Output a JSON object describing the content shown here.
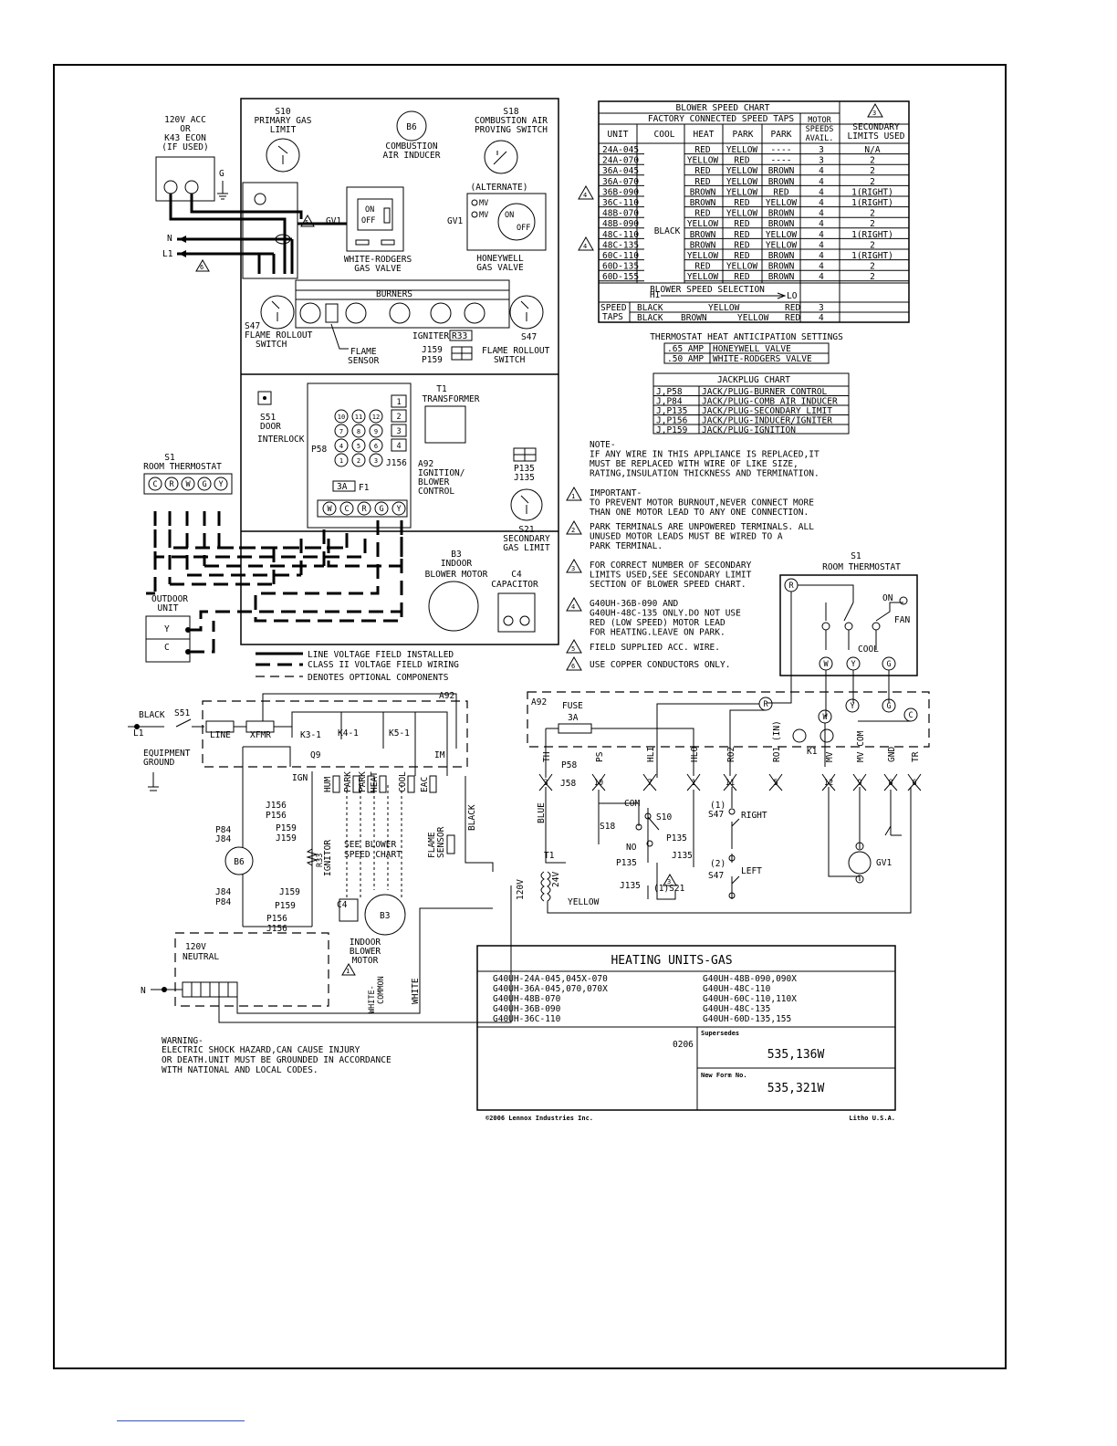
{
  "top_left": {
    "acc_label": [
      "120V ACC",
      "OR",
      "K43 ECON",
      "(IF USED)"
    ],
    "g_label": "G",
    "n_label": "N",
    "l1_label": "L1"
  },
  "components": {
    "s10": [
      "S10",
      "PRIMARY GAS",
      "LIMIT"
    ],
    "b6": [
      "B6"
    ],
    "b6_desc": [
      "COMBUSTION",
      "AIR INDUCER"
    ],
    "s18": [
      "S18",
      "COMBUSTION AIR",
      "PROVING SWITCH"
    ],
    "alternate": "(ALTERNATE)",
    "gv1": "GV1",
    "on": "ON",
    "off": "OFF",
    "mv": "MV",
    "white_rodgers": [
      "WHITE-RODGERS",
      "GAS VALVE"
    ],
    "honeywell": [
      "HONEYWELL",
      "GAS VALVE"
    ],
    "burners": "BURNERS",
    "s47_left": [
      "S47",
      "FLAME ROLLOUT",
      "SWITCH"
    ],
    "flame_sensor": [
      "FLAME",
      "SENSOR"
    ],
    "igniter": "IGNITER",
    "r33": "R33",
    "s47_right": "S47",
    "j159_p159": [
      "J159",
      "P159"
    ],
    "flame_rollout_switch": [
      "FLAME ROLLOUT",
      "SWITCH"
    ],
    "s51": [
      "S51",
      "DOOR",
      "INTERLOCK"
    ],
    "p58": "P58",
    "plug_nums": [
      "10",
      "11",
      "12",
      "7",
      "8",
      "9",
      "4",
      "5",
      "6",
      "1",
      "2",
      "3"
    ],
    "j156_nums": [
      "1",
      "2",
      "3",
      "4"
    ],
    "j156": "J156",
    "f1": "3A",
    "f1_label": "F1",
    "t1": [
      "T1",
      "TRANSFORMER"
    ],
    "a92": [
      "A92",
      "IGNITION/",
      "BLOWER",
      "CONTROL"
    ],
    "p135_j135": [
      "P135",
      "J135"
    ],
    "s21": [
      "S21",
      "SECONDARY",
      "GAS LIMIT"
    ],
    "b3": [
      "B3",
      "INDOOR",
      "BLOWER MOTOR"
    ],
    "c4": [
      "C4",
      "CAPACITOR"
    ],
    "thermostat": [
      "S1",
      "ROOM THERMOSTAT"
    ],
    "thermostat_terminals": [
      "C",
      "R",
      "W",
      "G",
      "Y"
    ],
    "control_terminals": [
      "W",
      "C",
      "R",
      "G",
      "Y"
    ],
    "outdoor": [
      "OUTDOOR",
      "UNIT"
    ],
    "outdoor_terms": [
      "Y",
      "C"
    ]
  },
  "legend_lines": {
    "line_voltage": "LINE VOLTAGE FIELD INSTALLED",
    "class2": "CLASS II VOLTAGE FIELD WIRING",
    "optional": "DENOTES OPTIONAL COMPONENTS"
  },
  "blower_chart": {
    "title": "BLOWER SPEED CHART",
    "factory": "FACTORY CONNECTED SPEED TAPS",
    "motor_speeds": [
      "MOTOR",
      "SPEEDS",
      "AVAIL."
    ],
    "secondary": [
      "SECONDARY",
      "LIMITS USED"
    ],
    "headers": [
      "UNIT",
      "COOL",
      "HEAT",
      "PARK",
      "PARK"
    ],
    "cool_all": "BLACK",
    "rows": [
      [
        "24A-045",
        "RED",
        "YELLOW",
        "----",
        "3",
        "N/A"
      ],
      [
        "24A-070",
        "YELLOW",
        "RED",
        "----",
        "3",
        "2"
      ],
      [
        "36A-045",
        "RED",
        "YELLOW",
        "BROWN",
        "4",
        "2"
      ],
      [
        "36A-070",
        "RED",
        "YELLOW",
        "BROWN",
        "4",
        "2"
      ],
      [
        "36B-090",
        "BROWN",
        "YELLOW",
        "RED",
        "4",
        "1(RIGHT)"
      ],
      [
        "36C-110",
        "BROWN",
        "RED",
        "YELLOW",
        "4",
        "1(RIGHT)"
      ],
      [
        "48B-070",
        "RED",
        "YELLOW",
        "BROWN",
        "4",
        "2"
      ],
      [
        "48B-090",
        "YELLOW",
        "RED",
        "BROWN",
        "4",
        "2"
      ],
      [
        "48C-110",
        "BROWN",
        "RED",
        "YELLOW",
        "4",
        "1(RIGHT)"
      ],
      [
        "48C-135",
        "BROWN",
        "RED",
        "YELLOW",
        "4",
        "2"
      ],
      [
        "60C-110",
        "YELLOW",
        "RED",
        "BROWN",
        "4",
        "1(RIGHT)"
      ],
      [
        "60D-135",
        "RED",
        "YELLOW",
        "BROWN",
        "4",
        "2"
      ],
      [
        "60D-155",
        "YELLOW",
        "RED",
        "BROWN",
        "4",
        "2"
      ]
    ],
    "speed_selection": "BLOWER SPEED SELECTION",
    "hi": "HI",
    "lo": "LO",
    "speed_taps": [
      "SPEED",
      "TAPS"
    ],
    "tap_rows": [
      [
        "BLACK",
        "YELLOW",
        "RED",
        "3"
      ],
      [
        "BLACK",
        "BROWN",
        "YELLOW",
        "RED",
        "4"
      ]
    ]
  },
  "anticipation": {
    "title": "THERMOSTAT HEAT ANTICIPATION SETTINGS",
    "rows": [
      [
        ".65 AMP",
        "HONEYWELL VALVE"
      ],
      [
        ".50 AMP",
        "WHITE-RODGERS VALVE"
      ]
    ]
  },
  "jackplug": {
    "title": "JACKPLUG CHART",
    "rows": [
      [
        "J,P58",
        "JACK/PLUG-BURNER CONTROL"
      ],
      [
        "J,P84",
        "JACK/PLUG-COMB AIR INDUCER"
      ],
      [
        "J,P135",
        "JACK/PLUG-SECONDARY LIMIT"
      ],
      [
        "J,P156",
        "JACK/PLUG-INDUCER/IGNITER"
      ],
      [
        "J,P159",
        "JACK/PLUG-IGNITION"
      ]
    ]
  },
  "notes": {
    "note": [
      "NOTE-",
      "IF ANY WIRE IN THIS APPLIANCE IS REPLACED,IT",
      "MUST BE REPLACED WITH WIRE OF LIKE SIZE,",
      "RATING,INSULATION THICKNESS AND TERMINATION."
    ],
    "n1": [
      "IMPORTANT-",
      "TO PREVENT MOTOR BURNOUT,NEVER CONNECT MORE",
      "THAN ONE MOTOR LEAD TO ANY ONE CONNECTION."
    ],
    "n2": [
      "PARK TERMINALS ARE UNPOWERED TERMINALS. ALL",
      "UNUSED MOTOR LEADS MUST BE WIRED TO A",
      "PARK TERMINAL."
    ],
    "n3": [
      "FOR CORRECT NUMBER OF SECONDARY",
      "LIMITS USED,SEE SECONDARY LIMIT",
      "SECTION OF BLOWER SPEED CHART."
    ],
    "n4": [
      "G40UH-36B-090 AND",
      "G40UH-48C-135 ONLY.DO NOT USE",
      "RED (LOW SPEED) MOTOR LEAD",
      "FOR HEATING.LEAVE ON PARK."
    ],
    "n5": "FIELD SUPPLIED ACC. WIRE.",
    "n6": "USE COPPER CONDUCTORS ONLY.",
    "tri_nums": [
      "1",
      "2",
      "3",
      "4",
      "5",
      "6"
    ]
  },
  "thermostat_detail": {
    "title": [
      "S1",
      "ROOM THERMOSTAT"
    ],
    "on": "ON",
    "fan": "FAN",
    "cool": "COOL",
    "terms": [
      "R",
      "W",
      "Y",
      "G",
      "C"
    ]
  },
  "schematic_left": {
    "black": "BLACK",
    "l1": "L1",
    "s51": "S51",
    "line": "LINE",
    "xfmr": "XFMR",
    "a92": "A92",
    "k3": "K3-1",
    "k4": "K4-1",
    "k5": "K5-1",
    "im": "IM",
    "equipment_ground": [
      "EQUIPMENT",
      "GROUND"
    ],
    "q9": "Q9",
    "ign": "IGN",
    "relay_labels": [
      "HUM",
      "PARK",
      "PARK",
      "HEAT",
      "COOL",
      "EAC"
    ],
    "j156_p156": [
      "J156",
      "P156"
    ],
    "p159_j159": [
      "P159",
      "J159"
    ],
    "p84_j84": [
      "P84",
      "J84"
    ],
    "b6": "B6",
    "ignitor": "IGNITOR",
    "r33": "R33",
    "see_chart": [
      "SEE BLOWER",
      "SPEED CHART"
    ],
    "flame_sensor": [
      "FLAME",
      "SENSOR"
    ],
    "black_v": "BLACK",
    "j84_p84": [
      "J84",
      "P84"
    ],
    "j159_p159": [
      "J159",
      "P159"
    ],
    "p156_j156": [
      "P156",
      "J156"
    ],
    "c4": "C4",
    "b3": "B3",
    "indoor_motor": [
      "INDOOR",
      "BLOWER",
      "MOTOR"
    ],
    "neutral": [
      "120V",
      "NEUTRAL"
    ],
    "n": "N",
    "white_common": [
      "WHITE-",
      "COMMON"
    ],
    "white": "WHITE",
    "plug_nums": [
      "1",
      "2",
      "3",
      "4"
    ]
  },
  "schematic_right": {
    "a92": "A92",
    "fuse": [
      "FUSE",
      "3A"
    ],
    "p58": "P58",
    "j58": "J58",
    "pins": [
      "TH",
      "PS",
      "HLI",
      "HLO",
      "RO2",
      "RO1 (IN)",
      "MV",
      "MV COM",
      "GND",
      "TR"
    ],
    "pin_nums": [
      "3",
      "10",
      "7",
      "1",
      "11",
      "5",
      "12",
      "9",
      "8",
      "6"
    ],
    "k1": "K1",
    "terms": [
      "R",
      "W",
      "Y",
      "G",
      "C"
    ],
    "blue": "BLUE",
    "t1": "T1",
    "v120": "120V",
    "v24": "24V",
    "yellow": "YELLOW",
    "com": "COM",
    "s10": "S10",
    "s18": "S18",
    "no": "NO",
    "p135": [
      "P135",
      "J135",
      "P135",
      "J135"
    ],
    "s21": "(1)S21",
    "s47": [
      "(1)",
      "S47",
      "RIGHT",
      "(2)",
      "S47",
      "LEFT"
    ],
    "gv1": "GV1"
  },
  "title_block": {
    "title": "HEATING UNITS-GAS",
    "models_left": [
      "G40UH-24A-045,045X-070",
      "G40UH-36A-045,070,070X",
      "G40UH-48B-070",
      "G40UH-36B-090",
      "G40UH-36C-110"
    ],
    "models_right": [
      "G40UH-48B-090,090X",
      "G40UH-48C-110",
      "G40UH-60C-110,110X",
      "G40UH-48C-135",
      "G40UH-60D-135,155"
    ],
    "date_code": "0206",
    "supersedes_label": "Supersedes",
    "supersedes": "535,136W",
    "new_form_label": "New Form No.",
    "new_form": "535,321W",
    "copyright": "©2006 Lennox Industries Inc.",
    "litho": "Litho U.S.A."
  },
  "warning": [
    "WARNING-",
    "ELECTRIC SHOCK HAZARD,CAN CAUSE INJURY",
    "OR DEATH.UNIT MUST BE GROUNDED IN ACCORDANCE",
    "WITH NATIONAL AND LOCAL CODES."
  ]
}
